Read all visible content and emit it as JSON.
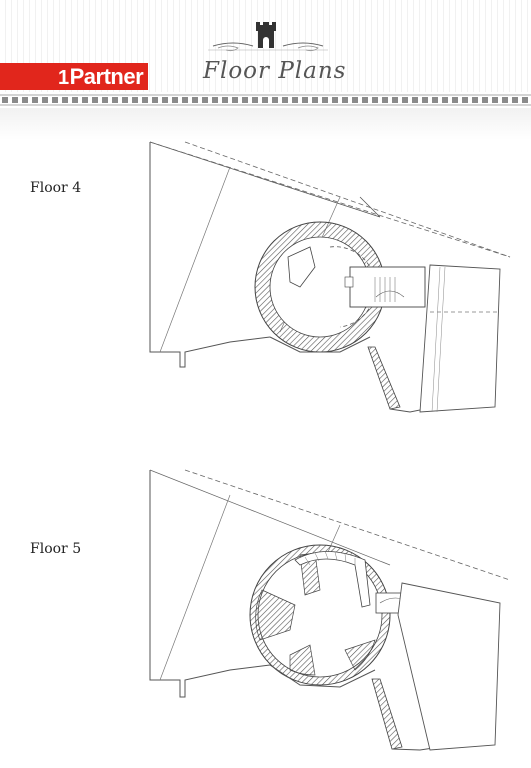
{
  "header": {
    "brand": "Partner",
    "brand_mark": "1",
    "title": "Floor Plans",
    "accent_color": "#e1261c"
  },
  "plans": [
    {
      "label": "Floor 4"
    },
    {
      "label": "Floor 5"
    }
  ]
}
